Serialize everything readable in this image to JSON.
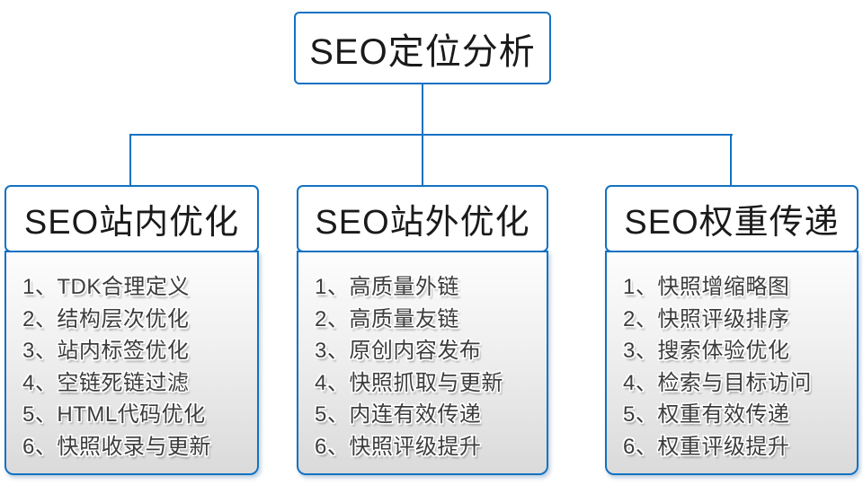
{
  "root": {
    "label": "SEO定位分析"
  },
  "colors": {
    "accent_blue": "#1272c2",
    "header_text": "#1a1a1a",
    "item_text": "#3c3c3c",
    "panel_gradient_top": "#fdfdfd",
    "panel_gradient_bottom": "#dadada"
  },
  "columns": [
    {
      "header": "SEO站内优化",
      "items": [
        "1、TDK合理定义",
        "2、结构层次优化",
        "3、站内标签优化",
        "4、空链死链过滤",
        "5、HTML代码优化",
        "6、快照收录与更新"
      ]
    },
    {
      "header": "SEO站外优化",
      "items": [
        "1、高质量外链",
        "2、高质量友链",
        "3、原创内容发布",
        "4、快照抓取与更新",
        "5、内连有效传递",
        "6、快照评级提升"
      ]
    },
    {
      "header": "SEO权重传递",
      "items": [
        "1、快照增缩略图",
        "2、快照评级排序",
        "3、搜索体验优化",
        "4、检索与目标访问",
        "5、权重有效传递",
        "6、权重评级提升"
      ]
    }
  ]
}
